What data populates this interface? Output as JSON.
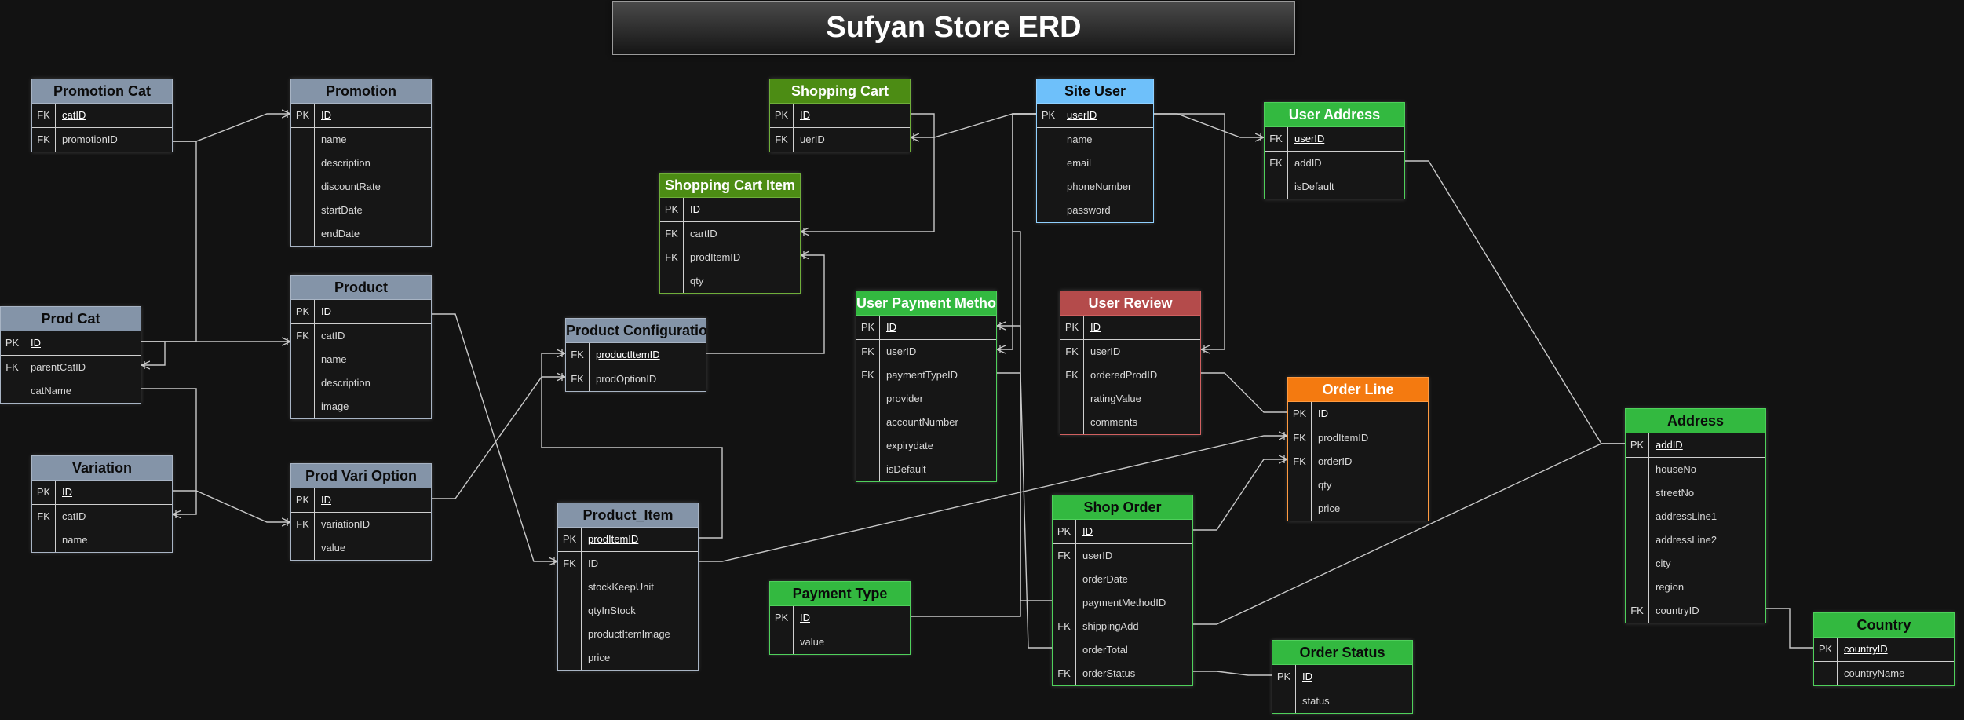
{
  "title": "Sufyan Store ERD",
  "colors": {
    "background": "#121212",
    "slate_header": "#8494a8",
    "dark_green_header": "#4c8c14",
    "green_header": "#33b940",
    "blue_header": "#6ec0fa",
    "red_header": "#b44b4b",
    "orange_header": "#f47a10",
    "wire": "#c8c8c8"
  },
  "entities": [
    {
      "id": "promotion-cat",
      "name": "Promotion Cat",
      "header_bg": "#8494a8",
      "header_fg": "#0b0b0b",
      "border": "#a8b4c4",
      "pk": [
        {
          "key": "FK",
          "name": "catID"
        }
      ],
      "rows": [
        {
          "key": "FK",
          "name": "promotionID"
        }
      ]
    },
    {
      "id": "promotion",
      "name": "Promotion",
      "header_bg": "#8494a8",
      "header_fg": "#0b0b0b",
      "border": "#a8b4c4",
      "pk": [
        {
          "key": "PK",
          "name": "ID"
        }
      ],
      "rows": [
        {
          "key": "",
          "name": "name"
        },
        {
          "key": "",
          "name": "description"
        },
        {
          "key": "",
          "name": "discountRate"
        },
        {
          "key": "",
          "name": "startDate"
        },
        {
          "key": "",
          "name": "endDate"
        }
      ]
    },
    {
      "id": "prod-cat",
      "name": "Prod Cat",
      "header_bg": "#8494a8",
      "header_fg": "#0b0b0b",
      "border": "#a8b4c4",
      "pk": [
        {
          "key": "PK",
          "name": "ID"
        }
      ],
      "rows": [
        {
          "key": "FK",
          "name": "parentCatID"
        },
        {
          "key": "",
          "name": "catName"
        }
      ]
    },
    {
      "id": "product",
      "name": "Product",
      "header_bg": "#8494a8",
      "header_fg": "#0b0b0b",
      "border": "#a8b4c4",
      "pk": [
        {
          "key": "PK",
          "name": "ID"
        }
      ],
      "rows": [
        {
          "key": "FK",
          "name": "catID"
        },
        {
          "key": "",
          "name": "name"
        },
        {
          "key": "",
          "name": "description"
        },
        {
          "key": "",
          "name": "image"
        }
      ]
    },
    {
      "id": "variation",
      "name": "Variation",
      "header_bg": "#8494a8",
      "header_fg": "#0b0b0b",
      "border": "#a8b4c4",
      "pk": [
        {
          "key": "PK",
          "name": "ID"
        }
      ],
      "rows": [
        {
          "key": "FK",
          "name": "catID"
        },
        {
          "key": "",
          "name": "name"
        }
      ]
    },
    {
      "id": "prod-vari-option",
      "name": "Prod Vari Option",
      "header_bg": "#8494a8",
      "header_fg": "#0b0b0b",
      "border": "#a8b4c4",
      "pk": [
        {
          "key": "PK",
          "name": "ID"
        }
      ],
      "rows": [
        {
          "key": "FK",
          "name": "variationID"
        },
        {
          "key": "",
          "name": "value"
        }
      ]
    },
    {
      "id": "product-configuration",
      "name": "Product Configuration",
      "header_bg": "#8494a8",
      "header_fg": "#0b0b0b",
      "border": "#a8b4c4",
      "pk": [
        {
          "key": "FK",
          "name": "productItemID"
        }
      ],
      "rows": [
        {
          "key": "FK",
          "name": "prodOptionID"
        }
      ]
    },
    {
      "id": "product-item",
      "name": "Product_Item",
      "header_bg": "#8494a8",
      "header_fg": "#0b0b0b",
      "border": "#a8b4c4",
      "pk": [
        {
          "key": "PK",
          "name": "prodItemID"
        }
      ],
      "rows": [
        {
          "key": "FK",
          "name": "ID"
        },
        {
          "key": "",
          "name": "stockKeepUnit"
        },
        {
          "key": "",
          "name": "qtyInStock"
        },
        {
          "key": "",
          "name": "productItemImage"
        },
        {
          "key": "",
          "name": "price"
        }
      ]
    },
    {
      "id": "shopping-cart",
      "name": "Shopping Cart",
      "header_bg": "#4c8c14",
      "header_fg": "#ffffff",
      "border": "#6fae3a",
      "pk": [
        {
          "key": "PK",
          "name": "ID"
        }
      ],
      "rows": [
        {
          "key": "FK",
          "name": "uerID"
        }
      ]
    },
    {
      "id": "shopping-cart-item",
      "name": "Shopping Cart Item",
      "header_bg": "#4c8c14",
      "header_fg": "#ffffff",
      "border": "#6fae3a",
      "pk": [
        {
          "key": "PK",
          "name": "ID"
        }
      ],
      "rows": [
        {
          "key": "FK",
          "name": "cartID"
        },
        {
          "key": "FK",
          "name": "prodItemID"
        },
        {
          "key": "",
          "name": "qty"
        }
      ]
    },
    {
      "id": "site-user",
      "name": "Site User",
      "header_bg": "#6ec0fa",
      "header_fg": "#0b0b0b",
      "border": "#8fd0ff",
      "pk": [
        {
          "key": "PK",
          "name": "userID"
        }
      ],
      "rows": [
        {
          "key": "",
          "name": "name"
        },
        {
          "key": "",
          "name": "email"
        },
        {
          "key": "",
          "name": "phoneNumber"
        },
        {
          "key": "",
          "name": "password"
        }
      ]
    },
    {
      "id": "user-address",
      "name": "User Address",
      "header_bg": "#33b940",
      "header_fg": "#ffffff",
      "border": "#4fd05b",
      "pk": [
        {
          "key": "FK",
          "name": "userID"
        }
      ],
      "rows": [
        {
          "key": "FK",
          "name": "addID"
        },
        {
          "key": "",
          "name": "isDefault"
        }
      ]
    },
    {
      "id": "user-payment-method",
      "name": "User Payment Method",
      "header_bg": "#33b940",
      "header_fg": "#ffffff",
      "border": "#4fd05b",
      "pk": [
        {
          "key": "PK",
          "name": "ID"
        }
      ],
      "rows": [
        {
          "key": "FK",
          "name": "userID"
        },
        {
          "key": "FK",
          "name": "paymentTypeID"
        },
        {
          "key": "",
          "name": "provider"
        },
        {
          "key": "",
          "name": "accountNumber"
        },
        {
          "key": "",
          "name": "expirydate"
        },
        {
          "key": "",
          "name": "isDefault"
        }
      ]
    },
    {
      "id": "user-review",
      "name": "User Review",
      "header_bg": "#b44b4b",
      "header_fg": "#ffffff",
      "border": "#d06060",
      "pk": [
        {
          "key": "PK",
          "name": "ID"
        }
      ],
      "rows": [
        {
          "key": "FK",
          "name": "userID"
        },
        {
          "key": "FK",
          "name": "orderedProdID"
        },
        {
          "key": "",
          "name": "ratingValue"
        },
        {
          "key": "",
          "name": "comments"
        }
      ]
    },
    {
      "id": "order-line",
      "name": "Order Line",
      "header_bg": "#f47a10",
      "header_fg": "#ffffff",
      "border": "#ff9a40",
      "pk": [
        {
          "key": "PK",
          "name": "ID"
        }
      ],
      "rows": [
        {
          "key": "FK",
          "name": "prodItemID"
        },
        {
          "key": "FK",
          "name": "orderID"
        },
        {
          "key": "",
          "name": "qty"
        },
        {
          "key": "",
          "name": "price"
        }
      ]
    },
    {
      "id": "shop-order",
      "name": "Shop Order",
      "header_bg": "#33b940",
      "header_fg": "#0b0b0b",
      "border": "#4fd05b",
      "pk": [
        {
          "key": "PK",
          "name": "ID"
        }
      ],
      "rows": [
        {
          "key": "FK",
          "name": "userID"
        },
        {
          "key": "",
          "name": "orderDate"
        },
        {
          "key": "",
          "name": "paymentMethodID"
        },
        {
          "key": "FK",
          "name": "shippingAdd"
        },
        {
          "key": "",
          "name": "orderTotal"
        },
        {
          "key": "FK",
          "name": "orderStatus"
        }
      ]
    },
    {
      "id": "payment-type",
      "name": "Payment Type",
      "header_bg": "#33b940",
      "header_fg": "#0b0b0b",
      "border": "#4fd05b",
      "pk": [
        {
          "key": "PK",
          "name": "ID"
        }
      ],
      "rows": [
        {
          "key": "",
          "name": "value"
        }
      ]
    },
    {
      "id": "order-status",
      "name": "Order Status",
      "header_bg": "#33b940",
      "header_fg": "#0b0b0b",
      "border": "#4fd05b",
      "pk": [
        {
          "key": "PK",
          "name": "ID"
        }
      ],
      "rows": [
        {
          "key": "",
          "name": "status"
        }
      ]
    },
    {
      "id": "address",
      "name": "Address",
      "header_bg": "#33b940",
      "header_fg": "#0b0b0b",
      "border": "#4fd05b",
      "pk": [
        {
          "key": "PK",
          "name": "addID"
        }
      ],
      "rows": [
        {
          "key": "",
          "name": "houseNo"
        },
        {
          "key": "",
          "name": "streetNo"
        },
        {
          "key": "",
          "name": "addressLine1"
        },
        {
          "key": "",
          "name": "addressLine2"
        },
        {
          "key": "",
          "name": "city"
        },
        {
          "key": "",
          "name": "region"
        },
        {
          "key": "FK",
          "name": "countryID"
        }
      ]
    },
    {
      "id": "country",
      "name": "Country",
      "header_bg": "#33b940",
      "header_fg": "#0b0b0b",
      "border": "#4fd05b",
      "pk": [
        {
          "key": "PK",
          "name": "countryID"
        }
      ],
      "rows": [
        {
          "key": "",
          "name": "countryName"
        }
      ]
    }
  ],
  "relationships": [
    {
      "id": "promotioncat-promotion",
      "from": "promotion-cat",
      "to": "promotion"
    },
    {
      "id": "promotioncat-prodcat",
      "from": "promotion-cat",
      "to": "prod-cat"
    },
    {
      "id": "prodcat-product",
      "from": "prod-cat",
      "to": "product"
    },
    {
      "id": "prodcat-parent",
      "from": "prod-cat",
      "to": "prod-cat"
    },
    {
      "id": "prodcat-variation",
      "from": "prod-cat",
      "to": "variation"
    },
    {
      "id": "variation-provarioption",
      "from": "variation",
      "to": "prod-vari-option"
    },
    {
      "id": "provarioption-prodconfig",
      "from": "prod-vari-option",
      "to": "product-configuration"
    },
    {
      "id": "product-productitem",
      "from": "product",
      "to": "product-item"
    },
    {
      "id": "productitem-prodconfig",
      "from": "product-item",
      "to": "product-configuration"
    },
    {
      "id": "productitem-orderline",
      "from": "product-item",
      "to": "order-line"
    },
    {
      "id": "prodconfig-cartitem",
      "from": "product-configuration",
      "to": "shopping-cart-item"
    },
    {
      "id": "cart-cartitem",
      "from": "shopping-cart",
      "to": "shopping-cart-item"
    },
    {
      "id": "siteuser-cart",
      "from": "site-user",
      "to": "shopping-cart"
    },
    {
      "id": "siteuser-useraddress",
      "from": "site-user",
      "to": "user-address"
    },
    {
      "id": "siteuser-payment",
      "from": "site-user",
      "to": "user-payment-method"
    },
    {
      "id": "siteuser-review",
      "from": "site-user",
      "to": "user-review"
    },
    {
      "id": "siteuser-shoporder",
      "from": "site-user",
      "to": "shop-order"
    },
    {
      "id": "useraddress-address",
      "from": "user-address",
      "to": "address"
    },
    {
      "id": "paymenttype-payment",
      "from": "payment-type",
      "to": "user-payment-method"
    },
    {
      "id": "payment-shoporder",
      "from": "user-payment-method",
      "to": "shop-order"
    },
    {
      "id": "review-orderline",
      "from": "user-review",
      "to": "order-line"
    },
    {
      "id": "shoporder-orderline",
      "from": "shop-order",
      "to": "order-line"
    },
    {
      "id": "shoporder-address",
      "from": "shop-order",
      "to": "address"
    },
    {
      "id": "shoporder-orderstatus",
      "from": "shop-order",
      "to": "order-status"
    },
    {
      "id": "address-country",
      "from": "address",
      "to": "country"
    }
  ]
}
